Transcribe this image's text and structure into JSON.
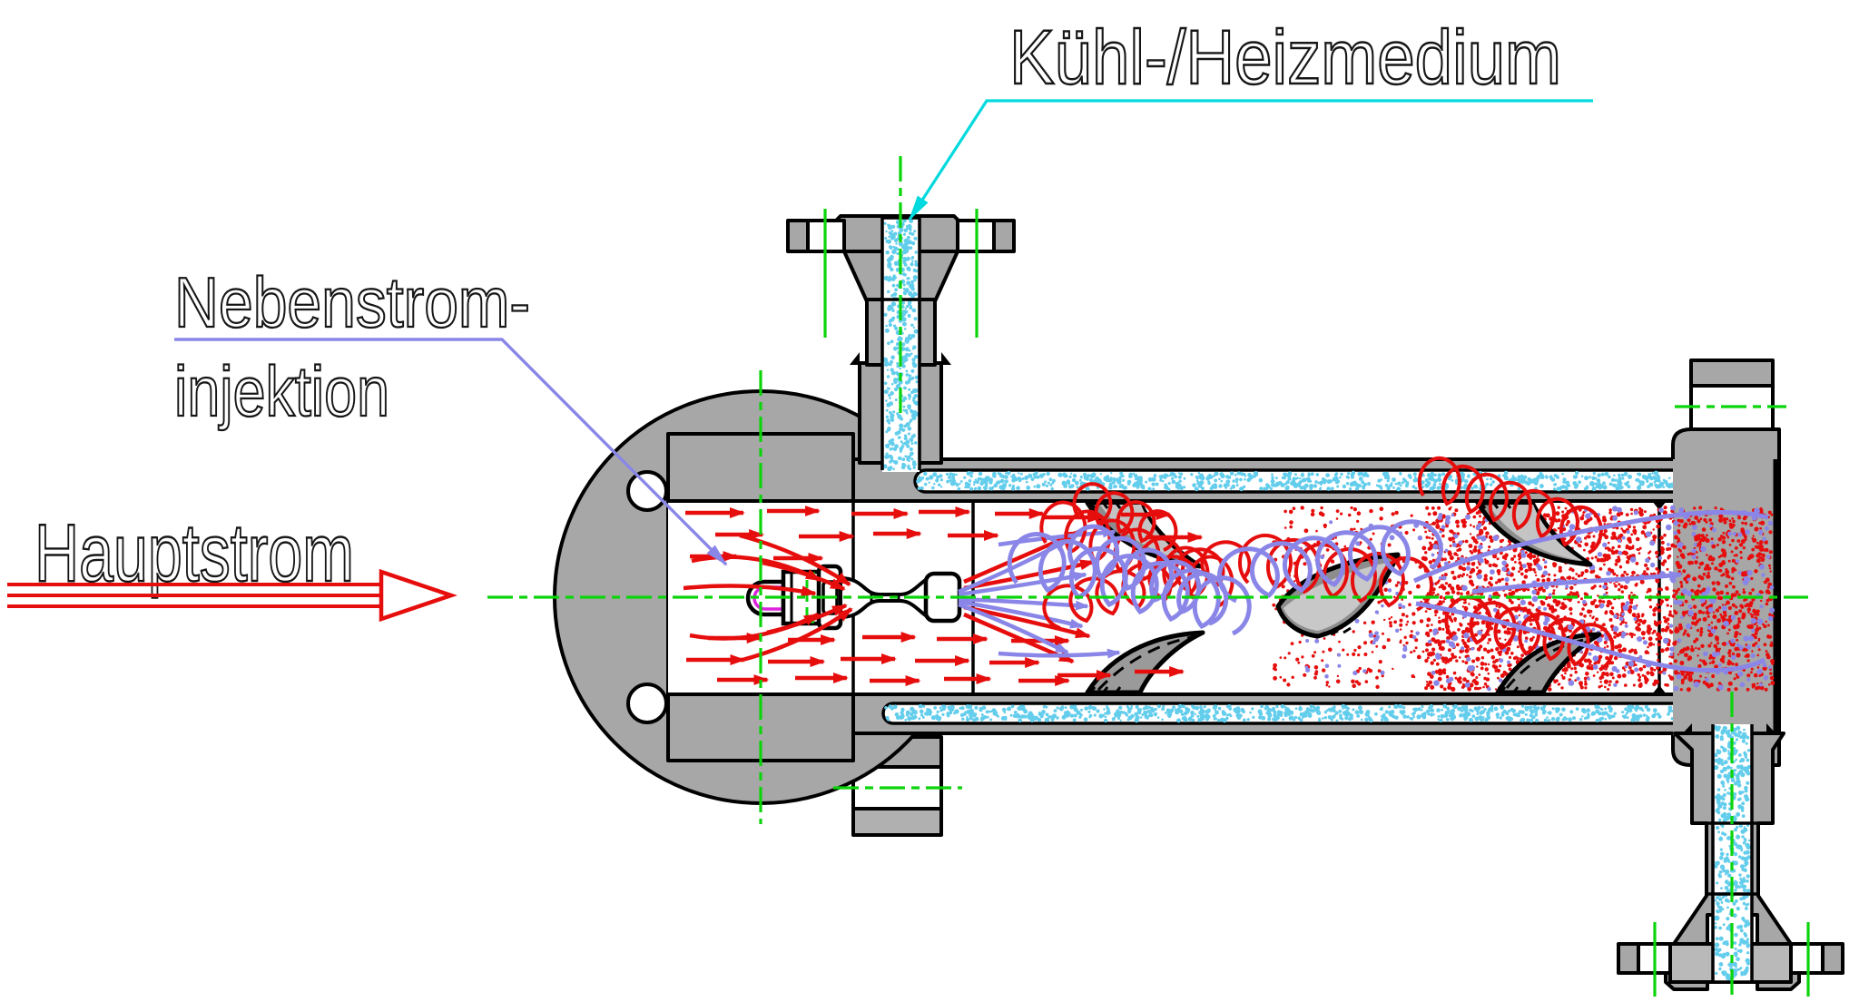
{
  "diagram": {
    "type": "technical-drawing",
    "subject": "Jacketed static mixer with side-stream injection, longitudinal section",
    "labels": {
      "coolant": "Kühl-/Heizmedium",
      "injection_line1": "Nebenstrom-",
      "injection_line2": "injektion",
      "main_flow": "Hauptstrom"
    },
    "colors": {
      "metal_gray": "#a7a7a7",
      "light_gray": "#b9b9b9",
      "vane_dark": "#8d8d8d",
      "vane_light": "#cccccc",
      "outline_black": "#000000",
      "centerline_green": "#0bd40b",
      "leader_cyan": "#00d9de",
      "coolant_speckle": "#63cdec",
      "main_flow_red": "#e60d0d",
      "injection_purple": "#8a86e8",
      "injector_magenta": "#dd22dd"
    }
  }
}
